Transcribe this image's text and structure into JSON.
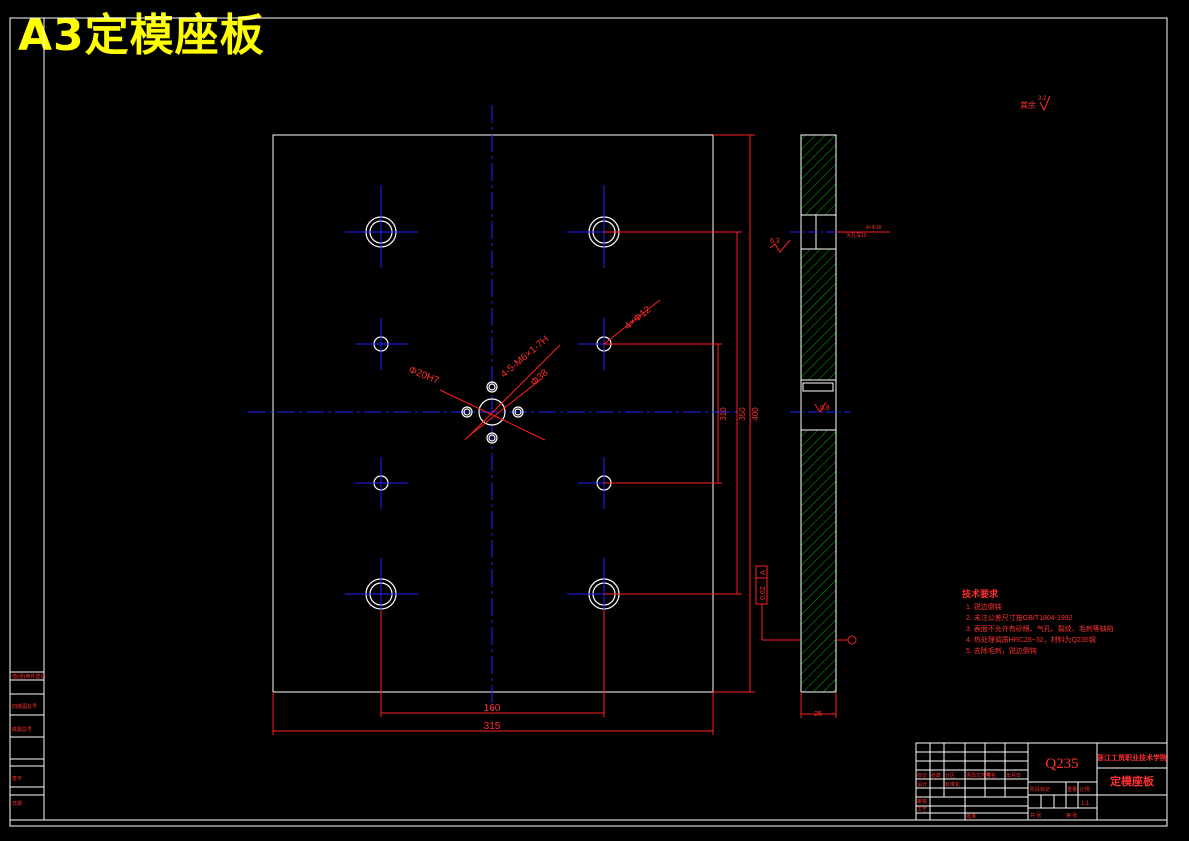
{
  "title": "A3定模座板",
  "colors": {
    "background": "#000000",
    "frame": "#ffffff",
    "center_line": "#0000ff",
    "dimension": "#ff0000",
    "hatch": "#00cc00",
    "title": "#ffff00"
  },
  "annotations": {
    "d_bolt": "4×Φ12",
    "d_thread": "4-5-M6×1-7H",
    "d_hole": "Φ20H7",
    "d_center": "Φ38",
    "width_inner": "160",
    "width_outer": "315",
    "height_1": "310",
    "height_2": "350",
    "height_3": "400",
    "thickness": "25",
    "roughness_top": "其余",
    "roughness_val": "3.2",
    "flatness": "0.02",
    "datum": "A",
    "side_note": "4×Φ18",
    "side_note2": "沉孔深10",
    "side_r1": "6.3",
    "side_r2": "0.8"
  },
  "tech_req": {
    "heading": "技术要求",
    "items": [
      "1. 锐边倒钝",
      "2. 未注公差尺寸按GB/T1804-1992",
      "3. 表面不允许有砂眼、气孔、裂纹、毛刺等缺陷",
      "4. 热处理调质HRC28~32，材料为Q235钢",
      "5. 去除毛刺，锐边倒钝"
    ]
  },
  "title_block": {
    "material": "Q235",
    "part_name": "定模座板",
    "school": "浙江工贸职业技术学院",
    "scale": "1:1",
    "rows": [
      "标记",
      "处数",
      "分区",
      "更改文件号",
      "签名",
      "年月日"
    ],
    "labels": [
      "设计",
      "标准化",
      "阶段标记",
      "重量",
      "比例",
      "审核",
      "工艺",
      "批准",
      "共 张",
      "第 张"
    ]
  },
  "left_stamp": {
    "items": [
      "借(通)用件登记",
      "旧底图总号",
      "底图总号",
      "签字",
      "日期"
    ]
  }
}
